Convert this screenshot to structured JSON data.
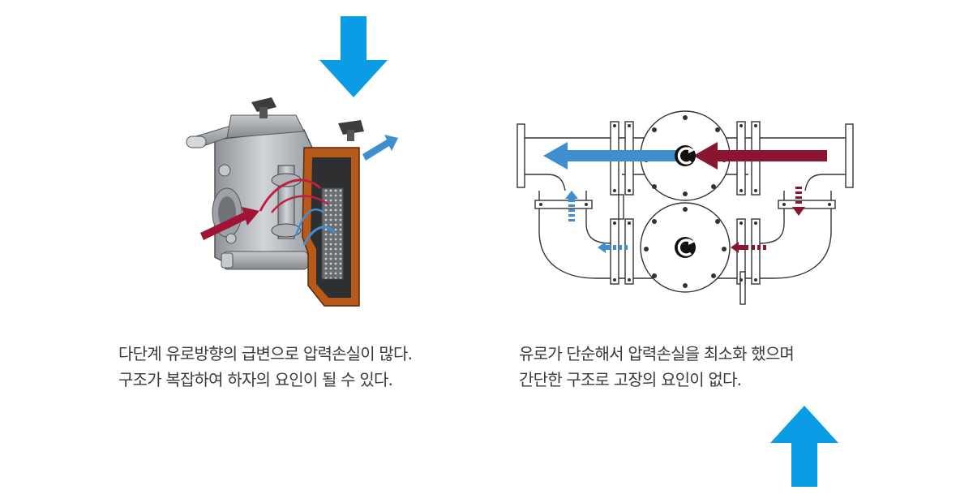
{
  "left_panel": {
    "caption_lines": [
      "다단계 유로방향의 급변으로 압력손실이 많다.",
      "구조가 복잡하여 하자의 요인이 될 수 있다."
    ]
  },
  "right_panel": {
    "caption_lines": [
      "유로가 단순해서 압력손실을 최소화 했으며",
      "간단한 구조로 고장의 요인이 없다."
    ]
  },
  "colors": {
    "highlight_arrow": "#0a9de6",
    "flow_in": "#a01535",
    "flow_out": "#3f8fd0",
    "body_gray": "#b9bcc0",
    "cutaway_brown": "#b85a1a"
  },
  "icons": [
    "down-arrow-icon",
    "up-arrow-icon",
    "rotation-icon"
  ]
}
